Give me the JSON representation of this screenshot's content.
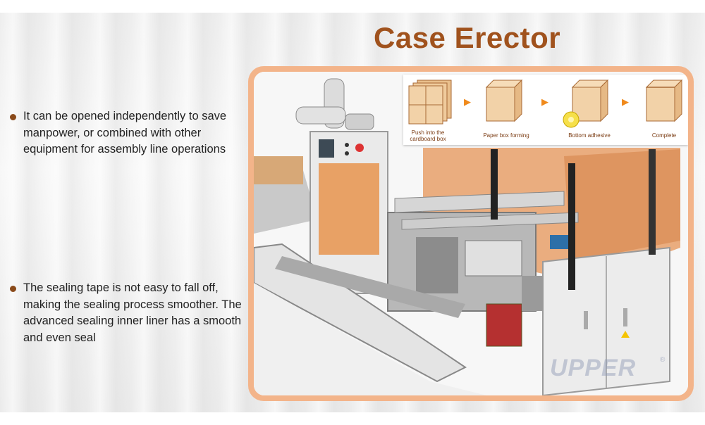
{
  "title": "Case Erector",
  "bullets": [
    "It can be opened independently to save manpower, or combined with other equipment for assembly line operations",
    "The sealing tape is not easy to fall off, making the sealing process smoother. The advanced sealing inner liner has a smooth and even seal"
  ],
  "process_steps": [
    {
      "label_line1": "Push into the",
      "label_line2": "cardboard box"
    },
    {
      "label_line1": "Paper box forming",
      "label_line2": ""
    },
    {
      "label_line1": "Bottom adhesive",
      "label_line2": ""
    },
    {
      "label_line1": "Complete",
      "label_line2": ""
    }
  ],
  "watermark": "UPPER",
  "colors": {
    "title": "#a0521d",
    "frame": "#f3b48a",
    "bullet_dot": "#8a4a1a",
    "arrow": "#f08a1c",
    "box": "#f2d2a8"
  }
}
